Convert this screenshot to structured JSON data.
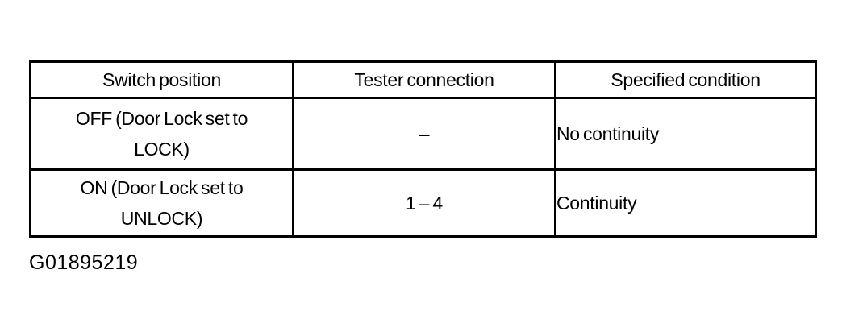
{
  "table": {
    "headers": {
      "switch_position": "Switch position",
      "tester_connection": "Tester connection",
      "specified_condition": "Specified condition"
    },
    "rows": [
      {
        "switch_position": "OFF (Door Lock set to\nLOCK)",
        "tester_connection": "–",
        "specified_condition": "No continuity"
      },
      {
        "switch_position": "ON (Door Lock set to\nUNLOCK)",
        "tester_connection": "1 – 4",
        "specified_condition": "Continuity"
      }
    ]
  },
  "figure_id": "G01895219",
  "colors": {
    "border": "#000000",
    "text": "#000000",
    "background": "#ffffff"
  }
}
